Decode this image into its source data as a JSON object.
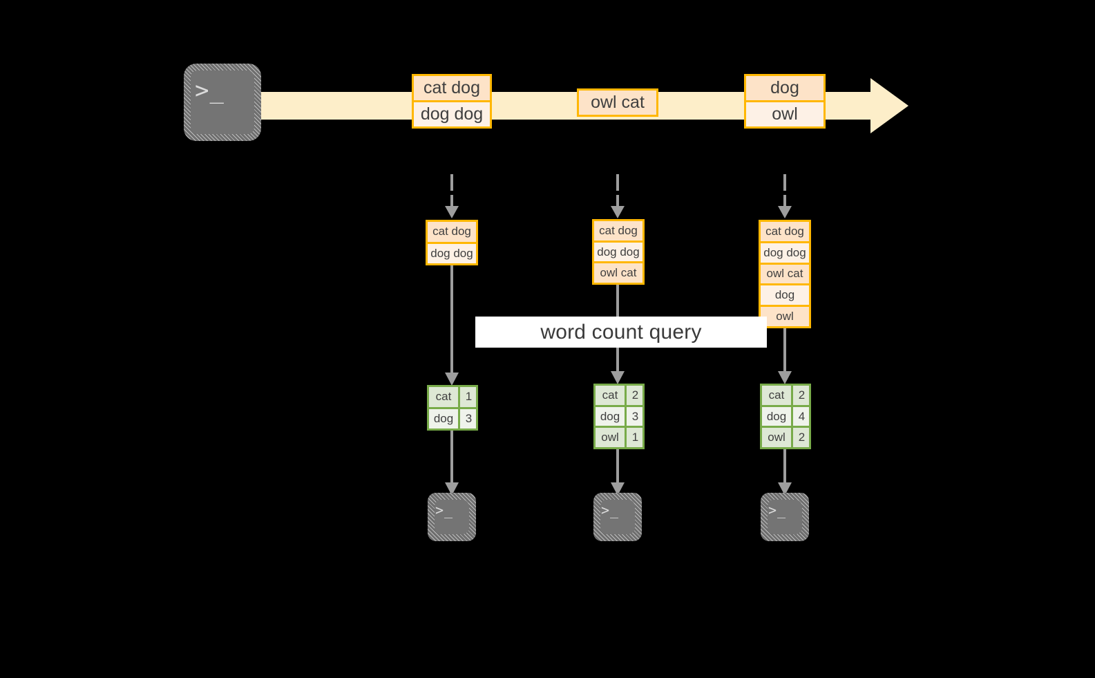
{
  "diagram": {
    "title_label": "word count query",
    "colors": {
      "background": "#000000",
      "stream_band": "#fdeec9",
      "event_border": "#ffb700",
      "event_fill_dark": "#fde3c8",
      "event_fill_light": "#fdf1e6",
      "result_border": "#78ab49",
      "result_fill_dark": "#dee8d5",
      "result_fill_light": "#eff3eb",
      "connector": "#9e9e9e",
      "terminal_fill": "#747474",
      "label_band": "#ffffff"
    },
    "source": {
      "icon": "terminal-icon",
      "glyph": ">_"
    },
    "stream": {
      "arrow_icon": "right-arrow-icon",
      "events": [
        {
          "id": "event-group-1",
          "rows": [
            {
              "text": "cat dog",
              "shade": "dark"
            },
            {
              "text": "dog dog",
              "shade": "light"
            }
          ]
        },
        {
          "id": "event-group-2",
          "rows": [
            {
              "text": "owl cat",
              "shade": "dark"
            }
          ]
        },
        {
          "id": "event-group-3",
          "rows": [
            {
              "text": "dog",
              "shade": "dark"
            },
            {
              "text": "owl",
              "shade": "light"
            }
          ]
        }
      ]
    },
    "snapshots": [
      {
        "id": "snapshot-1",
        "inbound_icon": "dashed-down-arrow-icon",
        "rows": [
          {
            "text": "cat dog",
            "shade": "dark"
          },
          {
            "text": "dog dog",
            "shade": "light"
          }
        ],
        "result": {
          "id": "result-table-1",
          "rows": [
            {
              "word": "cat",
              "count": "1",
              "shade": "dark"
            },
            {
              "word": "dog",
              "count": "3",
              "shade": "light"
            }
          ]
        },
        "sink": {
          "icon": "terminal-icon",
          "glyph": ">_"
        }
      },
      {
        "id": "snapshot-2",
        "inbound_icon": "dashed-down-arrow-icon",
        "rows": [
          {
            "text": "cat dog",
            "shade": "dark"
          },
          {
            "text": "dog dog",
            "shade": "light"
          },
          {
            "text": "owl cat",
            "shade": "dark"
          }
        ],
        "result": {
          "id": "result-table-2",
          "rows": [
            {
              "word": "cat",
              "count": "2",
              "shade": "dark"
            },
            {
              "word": "dog",
              "count": "3",
              "shade": "light"
            },
            {
              "word": "owl",
              "count": "1",
              "shade": "dark"
            }
          ]
        },
        "sink": {
          "icon": "terminal-icon",
          "glyph": ">_"
        }
      },
      {
        "id": "snapshot-3",
        "inbound_icon": "dashed-down-arrow-icon",
        "rows": [
          {
            "text": "cat dog",
            "shade": "dark"
          },
          {
            "text": "dog dog",
            "shade": "light"
          },
          {
            "text": "owl cat",
            "shade": "dark"
          },
          {
            "text": "dog",
            "shade": "light"
          },
          {
            "text": "owl",
            "shade": "dark"
          }
        ],
        "result": {
          "id": "result-table-3",
          "rows": [
            {
              "word": "cat",
              "count": "2",
              "shade": "dark"
            },
            {
              "word": "dog",
              "count": "4",
              "shade": "light"
            },
            {
              "word": "owl",
              "count": "2",
              "shade": "dark"
            }
          ]
        },
        "sink": {
          "icon": "terminal-icon",
          "glyph": ">_"
        }
      }
    ]
  }
}
